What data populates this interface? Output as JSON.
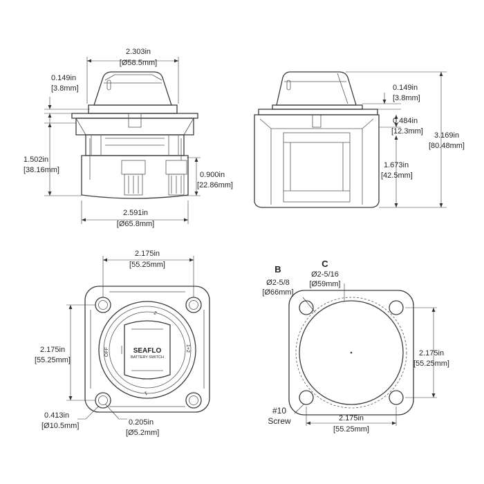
{
  "front_view": {
    "width_top": "2.303in",
    "width_top_mm": "[Ø58.5mm]",
    "flange": "0.149in",
    "flange_mm": "[3.8mm]",
    "body_height": "1.502in",
    "body_height_mm": "[38.16mm]",
    "stud": "0.900in",
    "stud_mm": "[22.86mm]",
    "width_base": "2.591in",
    "width_base_mm": "[Ø65.8mm]"
  },
  "side_view": {
    "flange": "0.149in",
    "flange_mm": "[3.8mm]",
    "lip": "0.484in",
    "lip_mm": "[12.3mm]",
    "lower": "1.673in",
    "lower_mm": "[42.5mm]",
    "overall": "3.169in",
    "overall_mm": "[80.48mm]"
  },
  "top_view": {
    "width": "2.175in",
    "width_mm": "[55.25mm]",
    "height": "2.175in",
    "height_mm": "[55.25mm]",
    "hole_large": "0.413in",
    "hole_large_mm": "[Ø10.5mm]",
    "hole_small": "0.205in",
    "hole_small_mm": "[Ø5.2mm]",
    "brand": "SEAFLO",
    "brand_sub": "BATTERY SWITCH",
    "pos_off": "OFF",
    "pos_2": "2",
    "pos_1": "1",
    "pos_both": "1+2"
  },
  "cutout": {
    "label_b": "B",
    "b_dim": "Ø2-5/8",
    "b_mm": "[Ø66mm]",
    "label_c": "C",
    "c_dim": "Ø2-5/16",
    "c_mm": "[Ø59mm]",
    "screw_size": "#10",
    "screw_word": "Screw",
    "height": "2.175in",
    "height_mm": "[55.25mm]",
    "width": "2.175in",
    "width_mm": "[55.25mm]"
  }
}
